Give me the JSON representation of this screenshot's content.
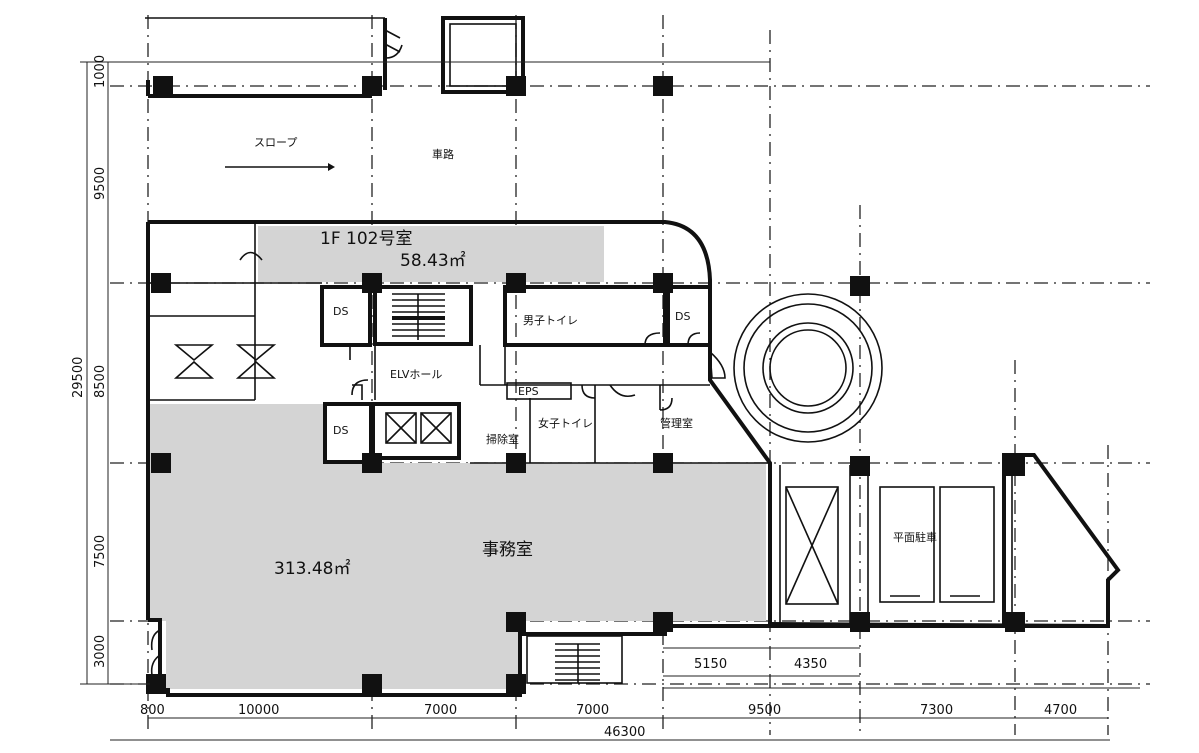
{
  "labels": {
    "slope": "スロープ",
    "driveway": "車路",
    "room_102_title": "1F 102号室",
    "room_102_area": "58.43㎡",
    "ds_upper": "DS",
    "ds_right": "DS",
    "ds_lower": "DS",
    "mens_toilet": "男子トイレ",
    "elv_hall": "ELVホール",
    "eps": "EPS",
    "womens_toilet": "女子トイレ",
    "janitor": "掃除室",
    "management": "管理室",
    "office": "事務室",
    "office_area": "313.48㎡",
    "parking": "平面駐車"
  },
  "dimensions": {
    "vertical": [
      "1000",
      "9500",
      "29500",
      "8500",
      "7500",
      "3000"
    ],
    "horizontal": [
      "800",
      "10000",
      "7000",
      "7000",
      "9500",
      "7300",
      "4700"
    ],
    "total": "46300",
    "sub": [
      "5150",
      "4350"
    ]
  }
}
